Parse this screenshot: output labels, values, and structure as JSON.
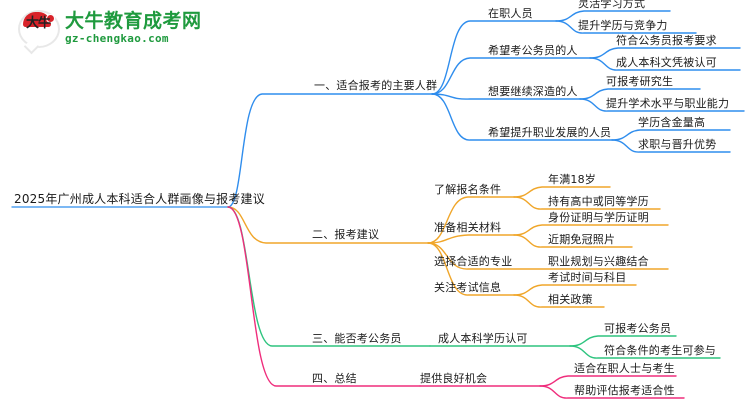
{
  "logo": {
    "mark_text": "大牛",
    "title": "大牛教育成考网",
    "subtitle": "gz-chengkao.com",
    "brand_green": "#1f9a3e",
    "brand_red": "#d8232a"
  },
  "mindmap": {
    "root": {
      "label": "2025年广州成人本科适合人群画像与报考建议"
    },
    "colors": {
      "branch1": "#2f8ded",
      "branch2": "#f0a62a",
      "branch3": "#2ec47f",
      "branch4": "#ef2d7c"
    },
    "branches": [
      {
        "label": "一、适合报考的主要人群",
        "color": "#2f8ded",
        "children": [
          {
            "label": "在职人员",
            "leaves": [
              "灵活学习方式",
              "提升学历与竞争力"
            ]
          },
          {
            "label": "希望考公务员的人",
            "leaves": [
              "符合公务员报考要求",
              "成人本科文凭被认可"
            ]
          },
          {
            "label": "想要继续深造的人",
            "leaves": [
              "可报考研究生",
              "提升学术水平与职业能力"
            ]
          },
          {
            "label": "希望提升职业发展的人员",
            "leaves": [
              "学历含金量高",
              "求职与晋升优势"
            ]
          }
        ]
      },
      {
        "label": "二、报考建议",
        "color": "#f0a62a",
        "children": [
          {
            "label": "了解报名条件",
            "leaves": [
              "年满18岁",
              "持有高中或同等学历"
            ]
          },
          {
            "label": "准备相关材料",
            "leaves": [
              "身份证明与学历证明",
              "近期免冠照片"
            ]
          },
          {
            "label": "选择合适的专业",
            "leaves": [
              "职业规划与兴趣结合"
            ]
          },
          {
            "label": "关注考试信息",
            "leaves": [
              "考试时间与科目",
              "相关政策"
            ]
          }
        ]
      },
      {
        "label": "三、能否考公务员",
        "color": "#2ec47f",
        "children": [
          {
            "label": "成人本科学历认可",
            "leaves": [
              "可报考公务员",
              "符合条件的考生可参与"
            ]
          }
        ]
      },
      {
        "label": "四、总结",
        "color": "#ef2d7c",
        "children": [
          {
            "label": "提供良好机会",
            "leaves": [
              "适合在职人士与考生",
              "帮助评估报考适合性"
            ]
          }
        ]
      }
    ]
  }
}
